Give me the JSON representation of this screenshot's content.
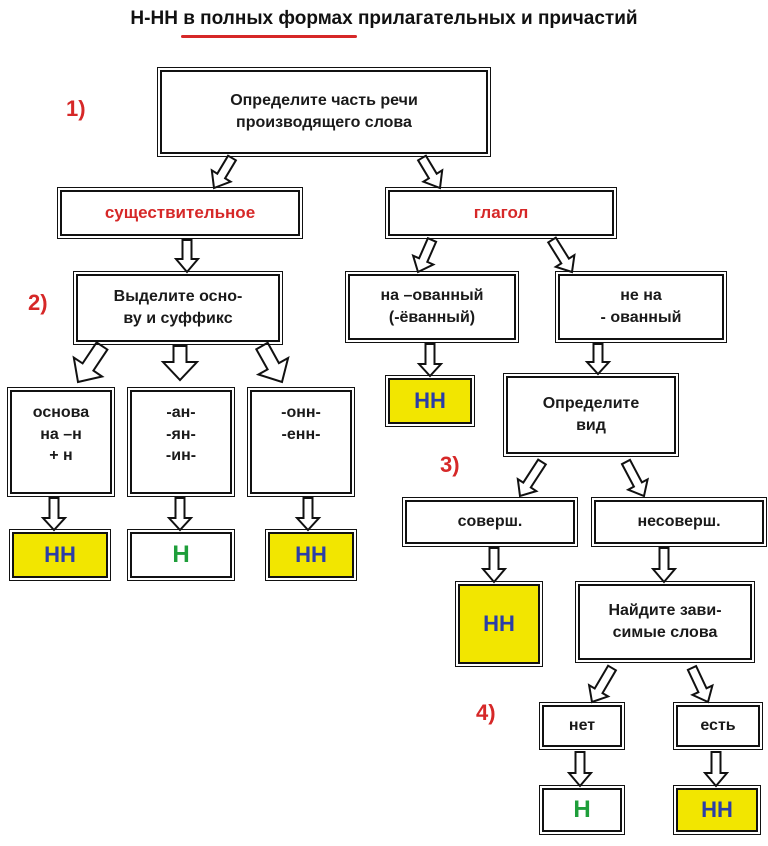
{
  "title": {
    "part1": "Н-НН ",
    "part2": "в полных формах",
    "part3": " прилагательных и причастий"
  },
  "steps": {
    "s1": "1)",
    "s2": "2)",
    "s3": "3)",
    "s4": "4)"
  },
  "boxes": {
    "root": "Определите часть речи\nпроизводящего слова",
    "noun": "существительное",
    "verb": "глагол",
    "base": "Выделите осно-\nву и суффикс",
    "ovanny": "на –ованный\n(-ёванный)",
    "not_ovanny": "не на\n- ованный",
    "ovanny_result": "НН",
    "stem": "основа\nна –н\n+ н",
    "an": "-ан-\n-ян-\n-ин-",
    "onn": "-онн-\n-енн-",
    "stem_result": "НН",
    "an_result": "Н",
    "onn_result": "НН",
    "aspect": "Определите\nвид",
    "perf": "соверш.",
    "imperf": "несоверш.",
    "perf_result": "НН",
    "dependent": "Найдите зави-\nсимые слова",
    "no": "нет",
    "yes": "есть",
    "no_result": "Н",
    "yes_result": "НН"
  },
  "colors": {
    "red": "#d62828",
    "yellow": "#f2e600",
    "blue": "#2b3ea8",
    "green": "#1e9e3a"
  },
  "icons": [
    "hollow-arrow-icon"
  ]
}
